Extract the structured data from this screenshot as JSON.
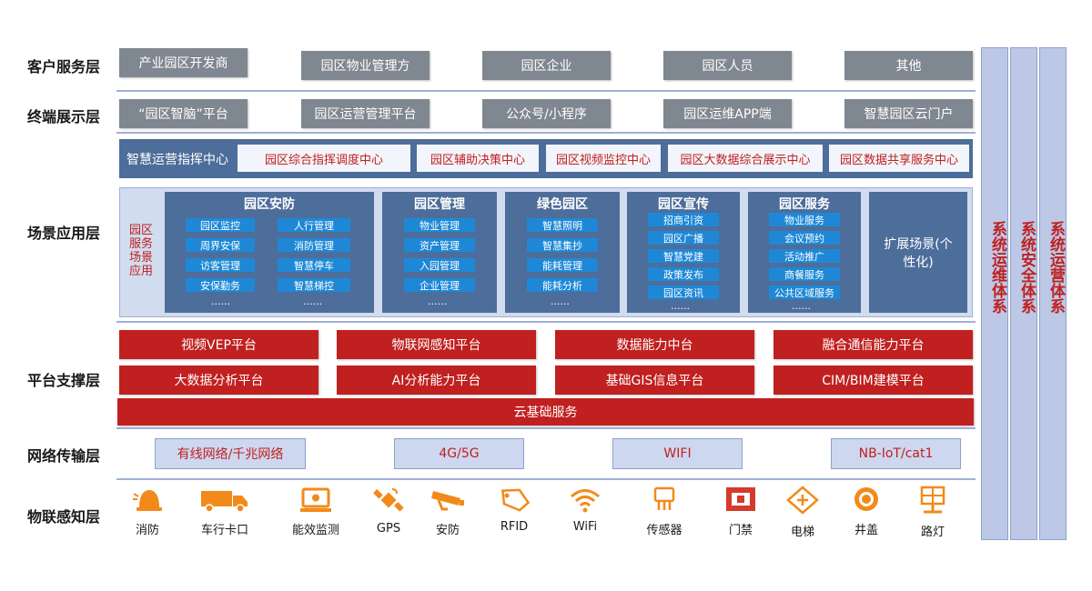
{
  "layers": {
    "customer": "客户服务层",
    "terminal": "终端展示层",
    "scene": "场景应用层",
    "platform": "平台支撑层",
    "network": "网络传输层",
    "iot": "物联感知层"
  },
  "customers": [
    "产业园区开发商",
    "园区物业管理方",
    "园区企业",
    "园区人员",
    "其他"
  ],
  "terminals": [
    "“园区智脑”平台",
    "园区运营管理平台",
    "公众号/小程序",
    "园区运维APP端",
    "智慧园区云门户"
  ],
  "command": {
    "title": "智慧运营指挥中心",
    "items": [
      "园区综合指挥调度中心",
      "园区辅助决策中心",
      "园区视频监控中心",
      "园区大数据综合展示中心",
      "园区数据共享服务中心"
    ]
  },
  "scene_app": {
    "label": "园区服务场景应用",
    "security": {
      "title": "园区安防",
      "left": [
        "园区监控",
        "周界安保",
        "访客管理",
        "安保勤务"
      ],
      "right": [
        "人行管理",
        "消防管理",
        "智慧停车",
        "智慧梯控"
      ]
    },
    "groups": [
      {
        "title": "园区管理",
        "items": [
          "物业管理",
          "资产管理",
          "入园管理",
          "企业管理"
        ]
      },
      {
        "title": "绿色园区",
        "items": [
          "智慧照明",
          "智慧集抄",
          "能耗管理",
          "能耗分析"
        ]
      },
      {
        "title": "园区宣传",
        "items": [
          "招商引资",
          "园区广播",
          "智慧党建",
          "政策发布",
          "园区资讯"
        ]
      },
      {
        "title": "园区服务",
        "items": [
          "物业服务",
          "会议预约",
          "活动推广",
          "商餐服务",
          "公共区域服务"
        ]
      }
    ],
    "dots": "......",
    "extension": "扩展场景(个性化)"
  },
  "platforms": {
    "row1": [
      "视频VEP平台",
      "物联网感知平台",
      "数据能力中台",
      "融合通信能力平台"
    ],
    "row2": [
      "大数据分析平台",
      "AI分析能力平台",
      "基础GIS信息平台",
      "CIM/BIM建模平台"
    ],
    "cloud": "云基础服务"
  },
  "networks": [
    "有线网络/千兆网络",
    "4G/5G",
    "WIFI",
    "NB-IoT/cat1"
  ],
  "sensors": [
    {
      "label": "消防",
      "icon": "fire-alarm-icon"
    },
    {
      "label": "车行卡口",
      "icon": "truck-icon"
    },
    {
      "label": "能效监测",
      "icon": "energy-meter-icon"
    },
    {
      "label": "GPS",
      "icon": "satellite-icon"
    },
    {
      "label": "安防",
      "icon": "security-camera-icon"
    },
    {
      "label": "RFID",
      "icon": "rfid-tag-icon"
    },
    {
      "label": "WiFi",
      "icon": "wifi-icon"
    },
    {
      "label": "传感器",
      "icon": "sensor-chip-icon"
    },
    {
      "label": "门禁",
      "icon": "access-control-icon"
    },
    {
      "label": "电梯",
      "icon": "elevator-icon"
    },
    {
      "label": "井盖",
      "icon": "manhole-cover-icon"
    },
    {
      "label": "路灯",
      "icon": "street-lamp-icon"
    }
  ],
  "systems": [
    "系统运维体系",
    "系统安全体系",
    "系统运营体系"
  ],
  "colors": {
    "red": "#c0201f",
    "grey": "#7f8790",
    "navy": "#4d6d9a",
    "chip": "#1e88d6",
    "light_blue": "#cdd7ef"
  }
}
